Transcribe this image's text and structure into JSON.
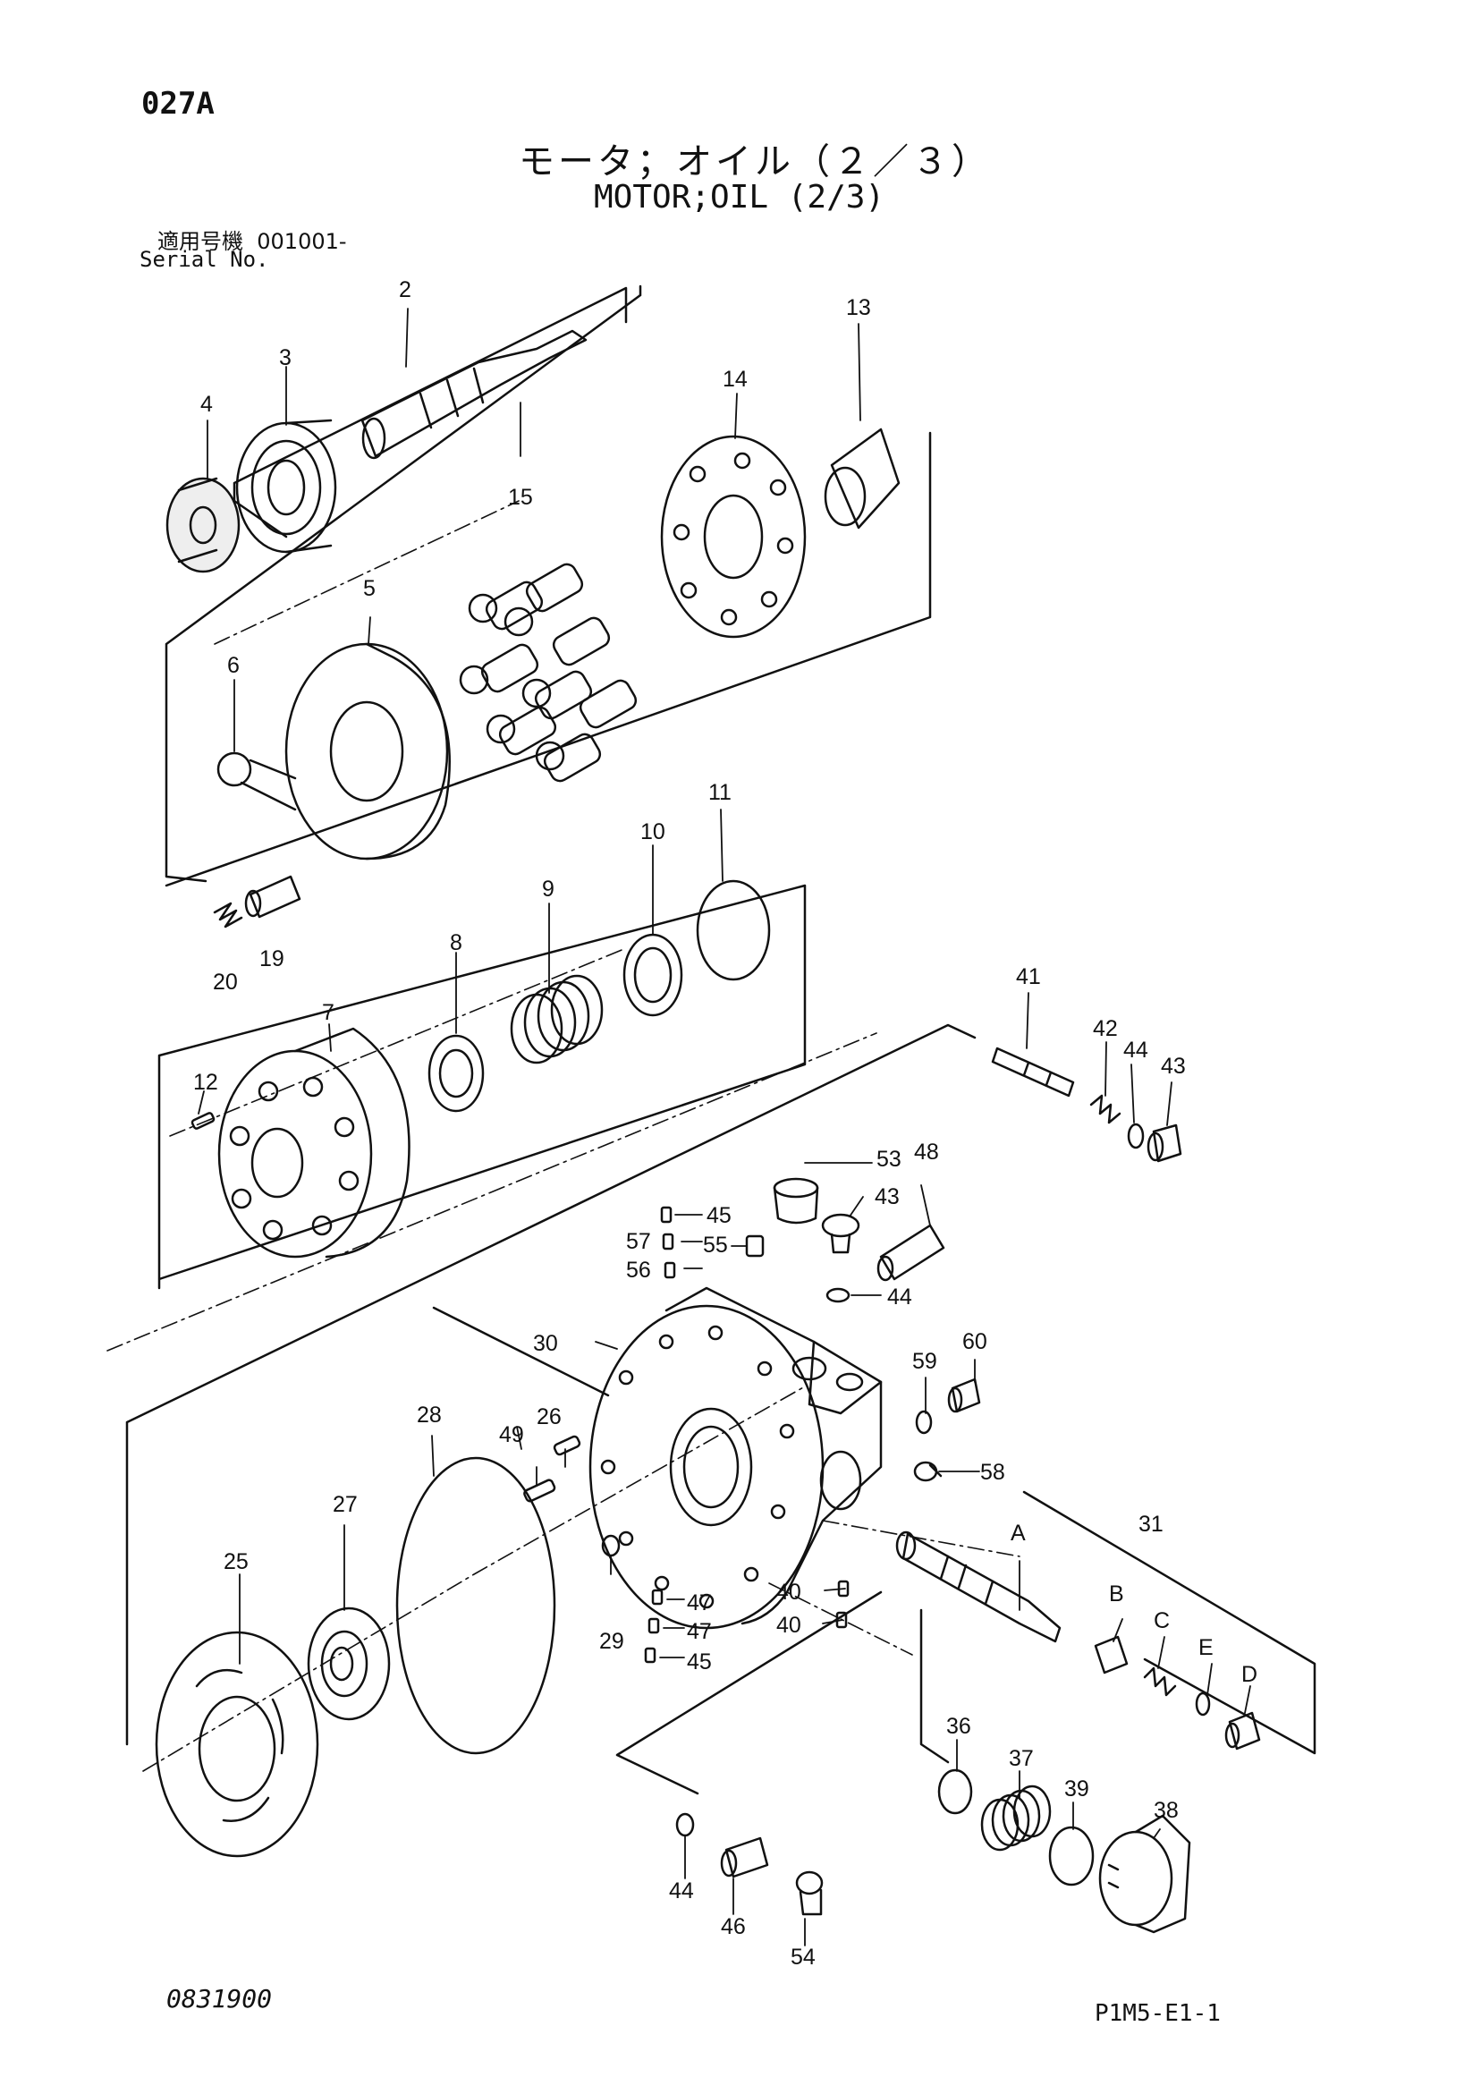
{
  "header": {
    "page_code": "027A",
    "title_jp": "モータ；オイル（２／３）",
    "title_en": "MOTOR;OIL (2/3)",
    "serial_label_jp": "適用号機",
    "serial_value": "001001-",
    "serial_label_en": "Serial No."
  },
  "footer": {
    "drawing_no": "0831900",
    "figure_code": "P1M5-E1-1"
  },
  "callouts": {
    "c2": "2",
    "c3": "3",
    "c4": "4",
    "c5": "5",
    "c6": "6",
    "c7": "7",
    "c8": "8",
    "c9": "9",
    "c10": "10",
    "c11": "11",
    "c12": "12",
    "c13": "13",
    "c14": "14",
    "c15": "15",
    "c19": "19",
    "c20": "20",
    "c25": "25",
    "c26": "26",
    "c27": "27",
    "c28": "28",
    "c29": "29",
    "c30": "30",
    "c31": "31",
    "c36": "36",
    "c37": "37",
    "c38": "38",
    "c39": "39",
    "c40a": "40",
    "c40b": "40",
    "c41": "41",
    "c42": "42",
    "c43a": "43",
    "c43b": "43",
    "c44a": "44",
    "c44b": "44",
    "c44c": "44",
    "c45a": "45",
    "c45b": "45",
    "c46": "46",
    "c47a": "47",
    "c47b": "47",
    "c48": "48",
    "c49": "49",
    "c53": "53",
    "c54": "54",
    "c55": "55",
    "c56": "56",
    "c57": "57",
    "c58": "58",
    "c59": "59",
    "c60": "60",
    "cA": "A",
    "cB": "B",
    "cC": "C",
    "cD": "D",
    "cE": "E"
  }
}
